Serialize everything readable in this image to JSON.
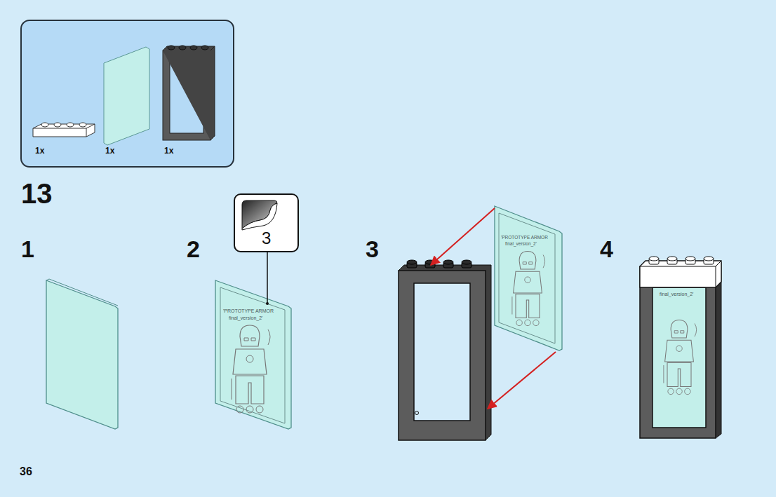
{
  "diagram": {
    "nodes": [
      {
        "text": [
          "1x",
          "1x",
          "1x"
        ]
      },
      {
        "text": [
          "3"
        ]
      }
    ],
    "labels": [
      "13",
      "1",
      "2",
      "'PROTOTYPE ARMOR",
      "final_version_2'",
      "3",
      "'PROTOTYPE ARMOR",
      "final_version_2'",
      "4",
      "final_version_2'",
      "36"
    ]
  }
}
